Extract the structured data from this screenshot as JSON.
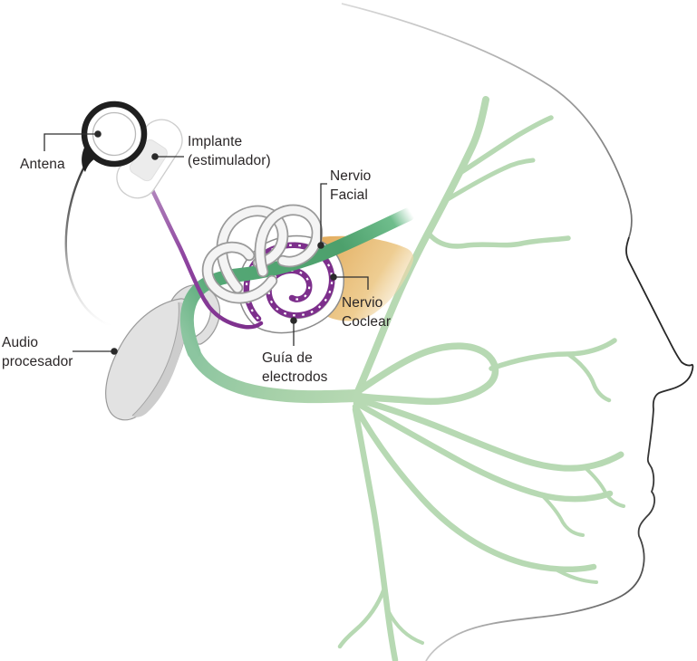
{
  "diagram": {
    "subject": "cochlear-implant-and-facial-nerve-illustration",
    "labels": {
      "antena": {
        "line1": "Antena"
      },
      "implante": {
        "line1": "Implante",
        "line2": "(estimulador)"
      },
      "nervio_facial": {
        "line1": "Nervio",
        "line2": "Facial"
      },
      "nervio_coclear": {
        "line1": "Nervio",
        "line2": "Coclear"
      },
      "guia_electrodos": {
        "line1": "Guía de",
        "line2": "electrodos"
      },
      "audio_procesador": {
        "line1": "Audio",
        "line2": "procesador"
      }
    },
    "colors": {
      "facial_nerve_dark_green": "#4da06c",
      "facial_nerve_light_green": "#b7d9b3",
      "cochlear_nerve_tan": "#e3ae60",
      "electrode_purple": "#7d2f8c",
      "device_gray": "#e2e2e2",
      "antenna_black": "#1f1f1f",
      "outline_gray": "#8c8c8c",
      "label_text": "#2a2627"
    }
  }
}
